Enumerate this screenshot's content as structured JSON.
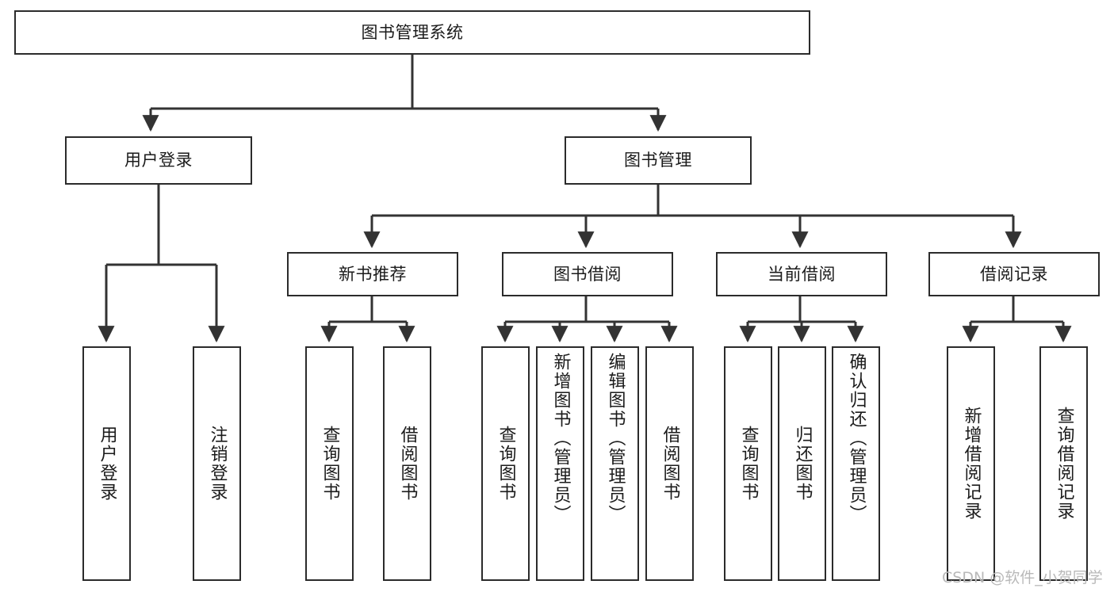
{
  "diagram": {
    "type": "hierarchy-tree",
    "title": "图书管理系统",
    "watermark": "CSDN @软件_小贺同学",
    "colors": {
      "box_border": "#2b2b2b",
      "box_fill": "#ffffff",
      "connector": "#333333",
      "text": "#1b1b1b",
      "watermark": "#b9b9b9"
    },
    "nodes": {
      "root": {
        "label": "图书管理系统"
      },
      "level1": [
        {
          "label": "用户登录"
        },
        {
          "label": "图书管理"
        }
      ],
      "level2": [
        {
          "label": "新书推荐"
        },
        {
          "label": "图书借阅"
        },
        {
          "label": "当前借阅"
        },
        {
          "label": "借阅记录"
        }
      ],
      "leaves_user_login": [
        {
          "label": "用户登录"
        },
        {
          "label": "注销登录"
        }
      ],
      "leaves_new_book": [
        {
          "label": "查询图书"
        },
        {
          "label": "借阅图书"
        }
      ],
      "leaves_borrow": [
        {
          "label": "查询图书"
        },
        {
          "label": "新增图书（管理员）"
        },
        {
          "label": "编辑图书（管理员）"
        },
        {
          "label": "借阅图书"
        }
      ],
      "leaves_current": [
        {
          "label": "查询图书"
        },
        {
          "label": "归还图书"
        },
        {
          "label": "确认归还（管理员）"
        }
      ],
      "leaves_records": [
        {
          "label": "新增借阅记录"
        },
        {
          "label": "查询借阅记录"
        }
      ]
    }
  }
}
